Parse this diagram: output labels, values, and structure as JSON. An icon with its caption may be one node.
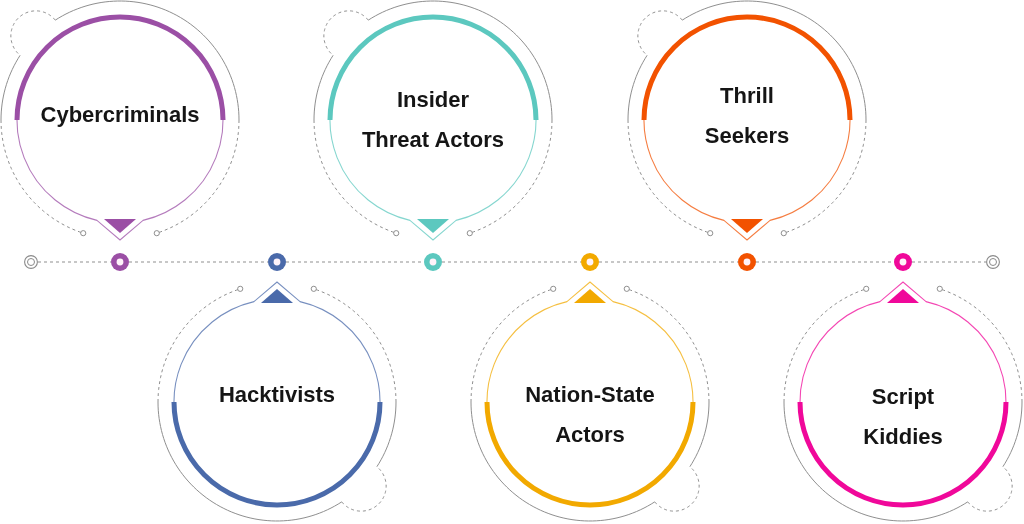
{
  "diagram": {
    "nodes": [
      {
        "text": [
          "Cybercriminals"
        ]
      },
      {
        "text": [
          "Hacktivists"
        ]
      },
      {
        "text": [
          "Insider Threat Actors"
        ]
      },
      {
        "text": [
          "Nation-State Actors"
        ]
      },
      {
        "text": [
          "Thrill Seekers"
        ]
      },
      {
        "text": [
          "Script Kiddies"
        ]
      },
      {
        "text": [],
        "shape": "circle"
      },
      {
        "text": [],
        "shape": "circle"
      },
      {
        "text": [],
        "shape": "circle"
      },
      {
        "text": [],
        "shape": "circle"
      },
      {
        "text": [],
        "shape": "circle"
      },
      {
        "text": [],
        "shape": "circle"
      },
      {
        "text": [],
        "shape": "circle"
      },
      {
        "text": [],
        "shape": "circle"
      }
    ],
    "edges": [
      {
        "from": 6,
        "to": 7,
        "arrow": "none",
        "style": "dashed"
      },
      {
        "from": 7,
        "to": 8,
        "arrow": "none",
        "style": "dashed"
      },
      {
        "from": 8,
        "to": 9,
        "arrow": "none",
        "style": "dashed"
      },
      {
        "from": 9,
        "to": 10,
        "arrow": "none",
        "style": "dashed"
      },
      {
        "from": 10,
        "to": 11,
        "arrow": "none",
        "style": "dashed"
      },
      {
        "from": 11,
        "to": 12,
        "arrow": "none",
        "style": "dashed"
      },
      {
        "from": 12,
        "to": 13,
        "arrow": "none",
        "style": "dashed"
      }
    ]
  }
}
